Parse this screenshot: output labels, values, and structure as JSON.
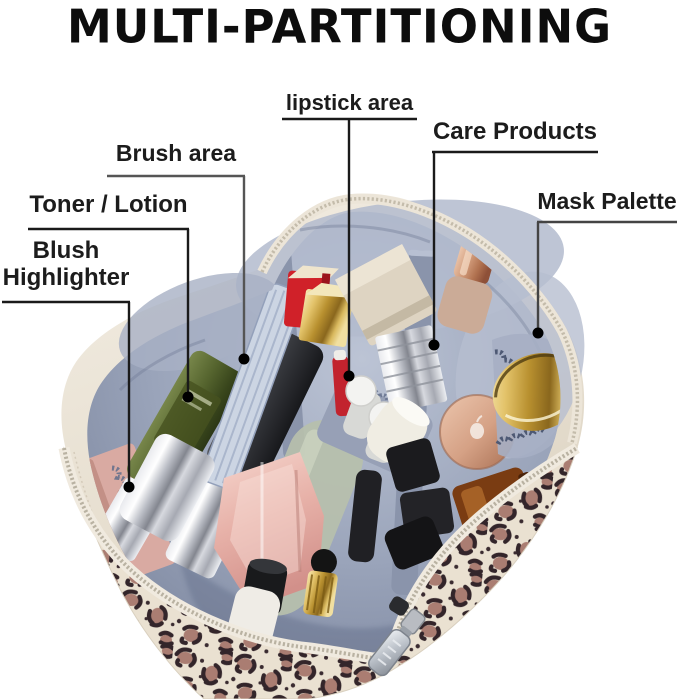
{
  "title": "MULTI-PARTITIONING",
  "callouts": {
    "lipstick": {
      "label": "lipstick area"
    },
    "brush": {
      "label": "Brush area"
    },
    "toner": {
      "label": "Toner / Lotion"
    },
    "blush": {
      "line1": "Blush",
      "line2": "Highlighter"
    },
    "care": {
      "label": "Care Products"
    },
    "mask": {
      "label": "Mask Palette"
    }
  },
  "photo": {
    "alt": "Open leopard-print travel cosmetic bag seen from above; gray-blue partitioned interior filled with makeup: blush compact, toner and lotion bottles, padded brush divider, lipsticks, care-product boxes, gold mask palette, jars and perfume bottles; silver zipper pull at the front corner",
    "items": [
      "blush and highlighter compact",
      "green toner bottle",
      "dark lotion bottle with chrome pump",
      "padded brush divider",
      "brush pouch",
      "red lipstick box",
      "gold lipstick box",
      "champagne care-product box",
      "silver striped care-product box",
      "rose-gold spray bottle",
      "gold mask palette",
      "rose-gold cream jar",
      "black lipstick bullets",
      "amber perfume bottle",
      "pink faceted perfume bottle",
      "white bottles",
      "silver zipper pull"
    ],
    "colors": {
      "exterior_leather": "#e9e2d4",
      "interior_lining": "#98a2b8",
      "divider": "#ccd5e3",
      "leopard_ring": "#33252a",
      "leopard_center": "#aa7d72",
      "accent_red": "#d02129",
      "gold": "#c9a23f",
      "callout": "#111111"
    }
  }
}
